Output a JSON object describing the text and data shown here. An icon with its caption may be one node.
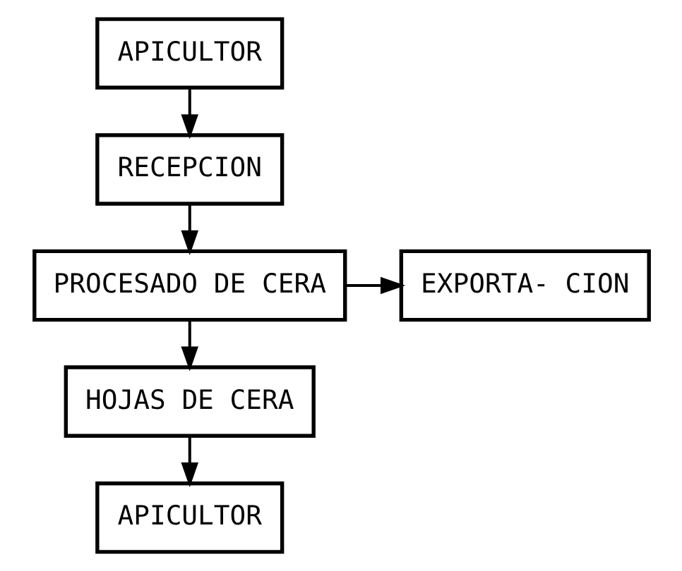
{
  "diagram": {
    "nodes": [
      {
        "text": [
          "APICULTOR"
        ]
      },
      {
        "text": [
          "RECEPCION"
        ]
      },
      {
        "text": [
          "PROCESADO DE CERA"
        ]
      },
      {
        "text": [
          "EXPORTA- CION"
        ]
      },
      {
        "text": [
          "HOJAS DE CERA"
        ]
      },
      {
        "text": [
          "APICULTOR"
        ]
      }
    ],
    "edges": [
      {
        "from": 0,
        "to": 1,
        "arrow": "to"
      },
      {
        "from": 1,
        "to": 2,
        "arrow": "to"
      },
      {
        "from": 2,
        "to": 3,
        "arrow": "to"
      },
      {
        "from": 2,
        "to": 4,
        "arrow": "to"
      },
      {
        "from": 4,
        "to": 5,
        "arrow": "to"
      }
    ]
  }
}
